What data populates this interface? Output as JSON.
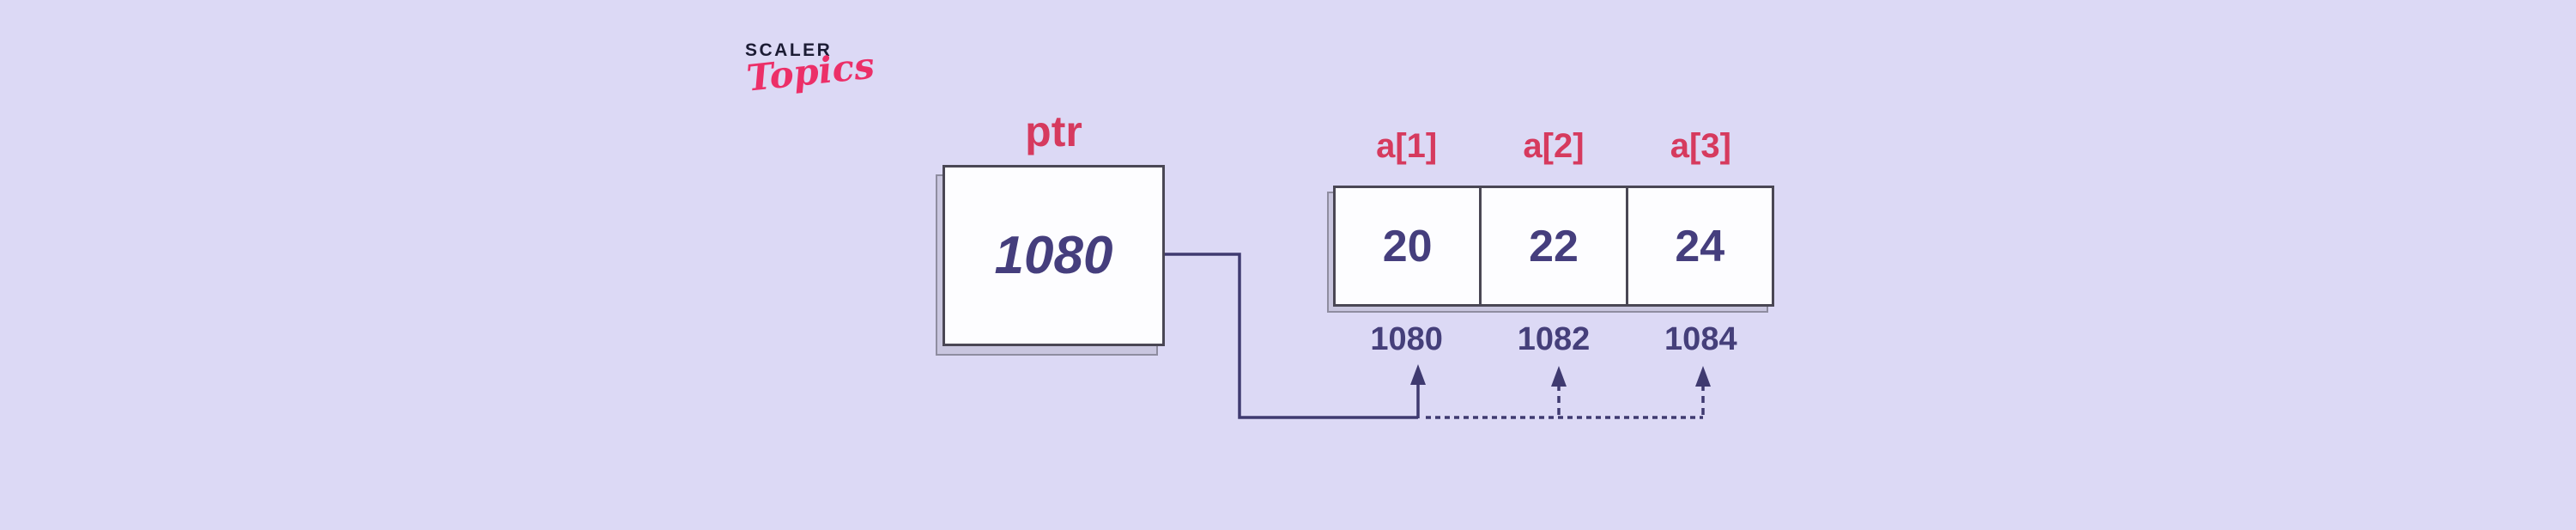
{
  "logo": {
    "brand": "SCALER",
    "sub": "Topics"
  },
  "pointer": {
    "label": "ptr",
    "value": "1080"
  },
  "array": {
    "cells": [
      {
        "label": "a[1]",
        "value": "20",
        "address": "1080"
      },
      {
        "label": "a[2]",
        "value": "22",
        "address": "1082"
      },
      {
        "label": "a[3]",
        "value": "24",
        "address": "1084"
      }
    ]
  },
  "colors": {
    "background": "#dcd9f5",
    "accent_red": "#d63a5e",
    "value_purple": "#453e7d",
    "address_purple": "#453f7a",
    "line_purple": "#3f3a70",
    "box_border": "#4a4754",
    "box_fill": "#fdfdff",
    "shadow_fill": "#c9c6df",
    "logo_navy": "#1c1c34",
    "logo_pink": "#ec2f68"
  }
}
